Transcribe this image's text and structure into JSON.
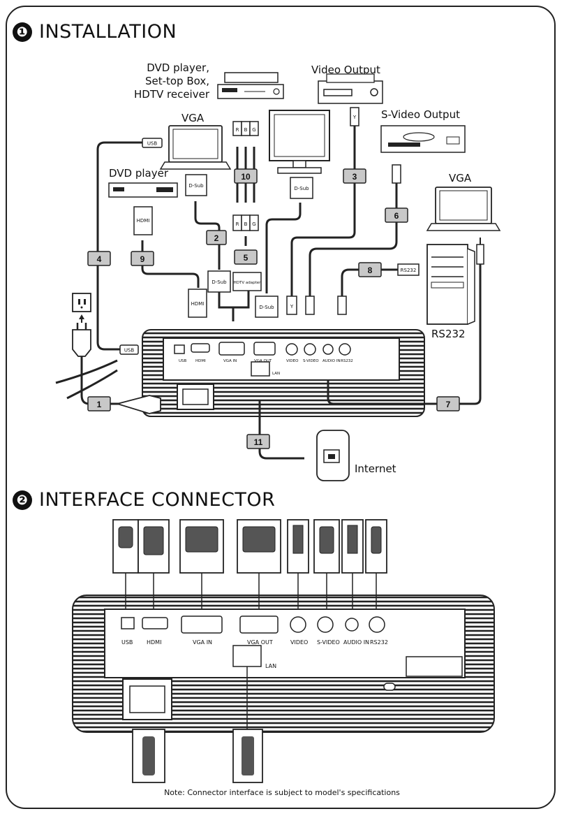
{
  "section1": {
    "number": "❶",
    "title": "INSTALLATION"
  },
  "section2": {
    "number": "❷",
    "title": "INTERFACE CONNECTOR"
  },
  "devices": {
    "dvd_settop": [
      "DVD player,",
      "Set-top Box,",
      "HDTV receiver"
    ],
    "video_output": "Video Output",
    "svideo_output": "S-Video Output",
    "vga_top": "VGA",
    "dvd_player": "DVD player",
    "vga_right": "VGA",
    "rs232": "RS232",
    "internet": "Internet"
  },
  "cables": [
    "1",
    "2",
    "3",
    "4",
    "5",
    "6",
    "7",
    "8",
    "9",
    "10",
    "11"
  ],
  "cable_tags": {
    "usb": "USB",
    "dsub": "D-Sub",
    "hdmi": "HDMI",
    "hdtv_adapter": "HDTV adapter",
    "rs232": "RS232",
    "y": "Y"
  },
  "rca_letters": [
    "R",
    "B",
    "G"
  ],
  "panel_ports": [
    "USB",
    "HDMI",
    "VGA IN",
    "VGA OUT",
    "VIDEO",
    "S-VIDEO",
    "AUDIO IN",
    "RS232",
    "LAN"
  ],
  "note": "Note: Connector interface is subject to model's specifications"
}
